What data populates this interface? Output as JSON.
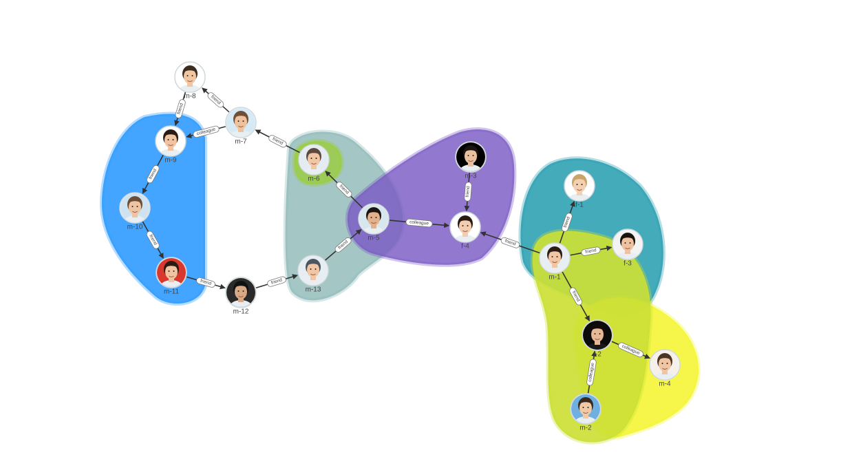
{
  "graph": {
    "nodes": [
      {
        "id": "m-1",
        "label": "m-1",
        "skin": "#f1c7a3",
        "hair": "#2b1e16",
        "bg": "#e9eef2"
      },
      {
        "id": "f-1",
        "label": "f-1",
        "skin": "#f4d0b2",
        "hair": "#c8a36a",
        "bg": "#ffffff"
      },
      {
        "id": "f-2",
        "label": "f-2",
        "skin": "#e5b896",
        "hair": "#120c08",
        "bg": "#0b0b0b"
      },
      {
        "id": "f-3",
        "label": "f-3",
        "skin": "#eec2a0",
        "hair": "#1c120d",
        "bg": "#f3f3f3"
      },
      {
        "id": "f-4",
        "label": "f-4",
        "skin": "#f2cdb0",
        "hair": "#2a1b12",
        "bg": "#ffffff"
      },
      {
        "id": "m-2",
        "label": "m-2",
        "skin": "#f0c9a7",
        "hair": "#3a2a1f",
        "bg": "#6fb0e0"
      },
      {
        "id": "m-3",
        "label": "m-3",
        "skin": "#e8bf9f",
        "hair": "#1a1410",
        "bg": "#000000"
      },
      {
        "id": "m-4",
        "label": "m-4",
        "skin": "#efc5a4",
        "hair": "#4a3526",
        "bg": "#f5f0ea"
      },
      {
        "id": "m-5",
        "label": "m-5",
        "skin": "#e2b18c",
        "hair": "#1b1410",
        "bg": "#d8e6ee"
      },
      {
        "id": "m-6",
        "label": "m-6",
        "skin": "#f0c6a4",
        "hair": "#5b4a3d",
        "bg": "#e4ecf1"
      },
      {
        "id": "m-7",
        "label": "m-7",
        "skin": "#efc29e",
        "hair": "#6e5036",
        "bg": "#d5eaf5"
      },
      {
        "id": "m-8",
        "label": "m-8",
        "skin": "#f1c7a3",
        "hair": "#3d2c20",
        "bg": "#ffffff"
      },
      {
        "id": "m-9",
        "label": "m-9",
        "skin": "#f0c4a0",
        "hair": "#2a1c13",
        "bg": "#ffffff"
      },
      {
        "id": "m-10",
        "label": "m-10",
        "skin": "#eec4a2",
        "hair": "#6a4e38",
        "bg": "#cfe2ef"
      },
      {
        "id": "m-11",
        "label": "m-11",
        "skin": "#f0c4a0",
        "hair": "#2a1c13",
        "bg": "#d9382e"
      },
      {
        "id": "m-12",
        "label": "m-12",
        "skin": "#d9a884",
        "hair": "#111111",
        "bg": "#2a2a2a"
      },
      {
        "id": "m-13",
        "label": "m-13",
        "skin": "#f0c6a4",
        "hair": "#4c5560",
        "bg": "#e7eef3"
      }
    ],
    "edges": [
      {
        "from": "m-7",
        "to": "m-8",
        "label": "friend"
      },
      {
        "from": "m-8",
        "to": "m-9",
        "label": "friend"
      },
      {
        "from": "m-7",
        "to": "m-9",
        "label": "colleague"
      },
      {
        "from": "m-9",
        "to": "m-10",
        "label": "friend"
      },
      {
        "from": "m-10",
        "to": "m-11",
        "label": "friend"
      },
      {
        "from": "m-11",
        "to": "m-12",
        "label": "friend"
      },
      {
        "from": "m-12",
        "to": "m-13",
        "label": "friend"
      },
      {
        "from": "m-13",
        "to": "m-5",
        "label": "friend"
      },
      {
        "from": "m-5",
        "to": "m-6",
        "label": "friend"
      },
      {
        "from": "m-6",
        "to": "m-7",
        "label": "friend"
      },
      {
        "from": "m-5",
        "to": "f-4",
        "label": "colleague"
      },
      {
        "from": "m-3",
        "to": "f-4",
        "label": "friend"
      },
      {
        "from": "m-1",
        "to": "f-4",
        "label": "friend"
      },
      {
        "from": "m-1",
        "to": "f-1",
        "label": "friend"
      },
      {
        "from": "m-1",
        "to": "f-3",
        "label": "friend"
      },
      {
        "from": "m-1",
        "to": "f-2",
        "label": "friend"
      },
      {
        "from": "f-2",
        "to": "m-4",
        "label": "colleague"
      },
      {
        "from": "m-2",
        "to": "f-2",
        "label": "colleague"
      }
    ],
    "groups": [
      {
        "name": "group-blue",
        "color": "#2f9bff",
        "opacity": 0.9
      },
      {
        "name": "group-grey-teal",
        "color": "#8db8b6",
        "opacity": 0.8
      },
      {
        "name": "group-green",
        "color": "#9acd32",
        "opacity": 0.75
      },
      {
        "name": "group-purple",
        "color": "#7a5cc4",
        "opacity": 0.82
      },
      {
        "name": "group-teal",
        "color": "#2a9fb2",
        "opacity": 0.88
      },
      {
        "name": "group-yellow",
        "color": "#f4f52a",
        "opacity": 0.85
      },
      {
        "name": "group-lime",
        "color": "#cce035",
        "opacity": 0.92
      }
    ]
  }
}
